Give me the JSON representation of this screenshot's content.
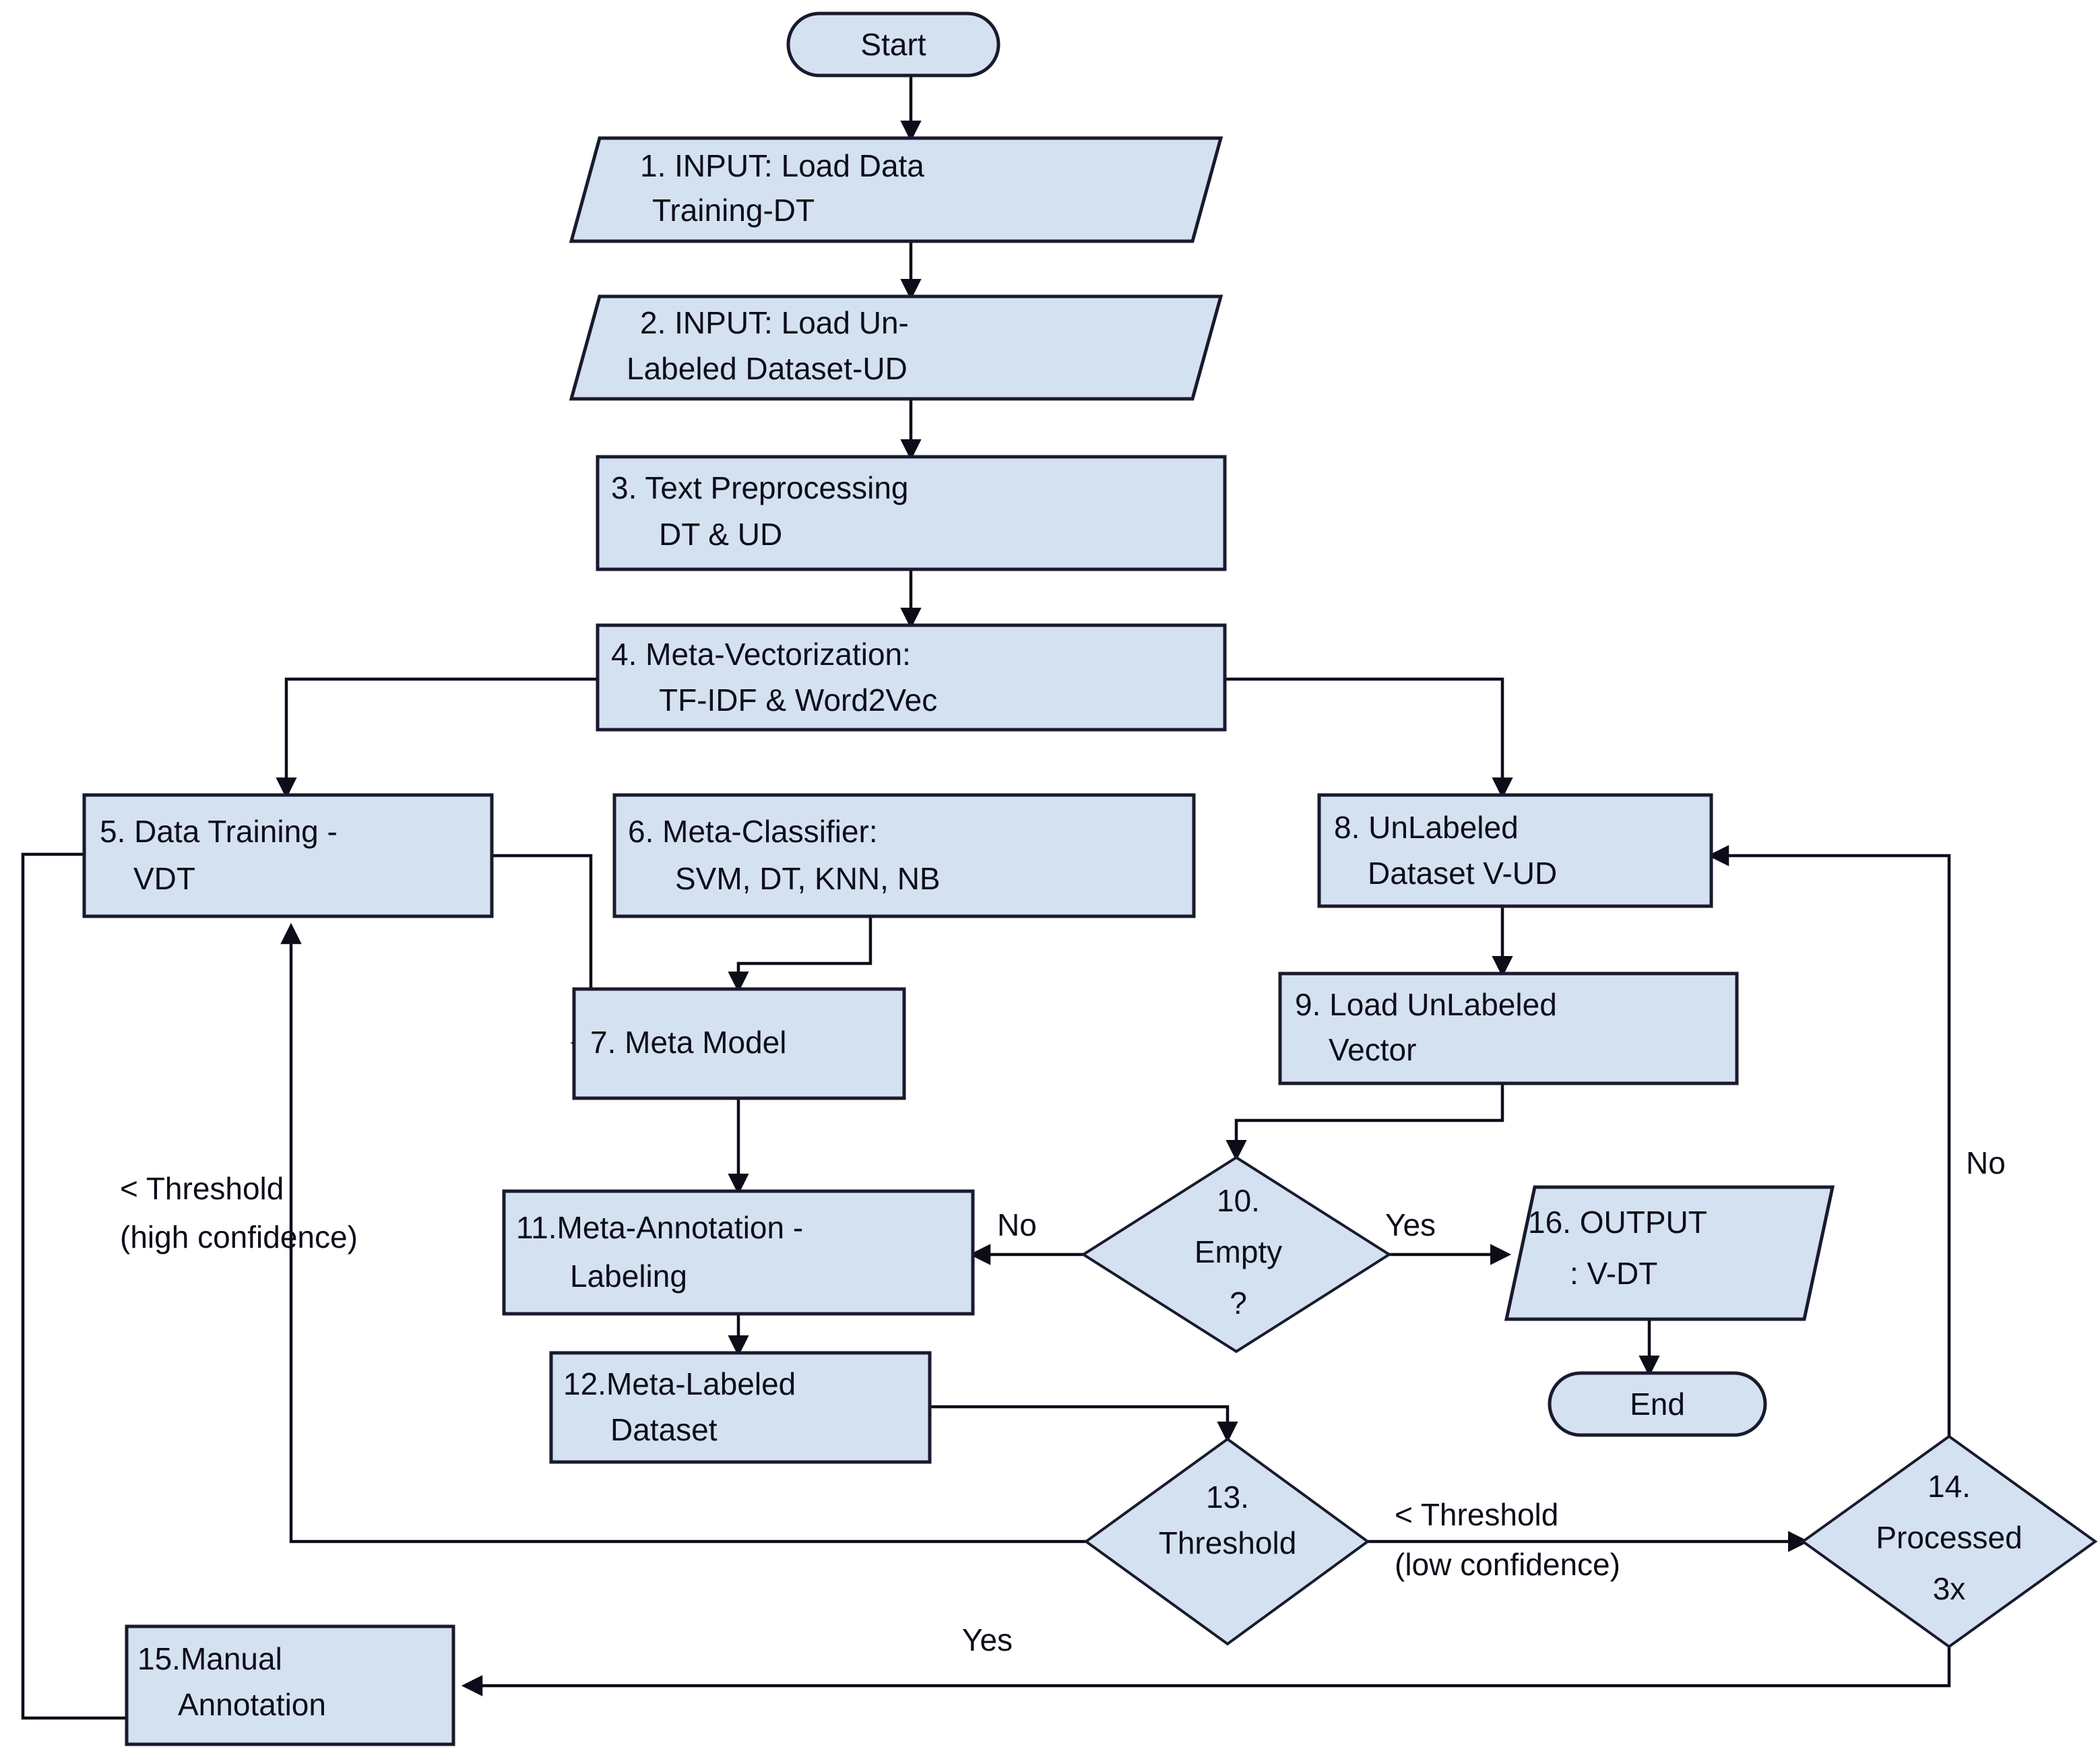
{
  "diagram": {
    "title": "Meta semi-supervised annotation flowchart",
    "colors": {
      "node_fill": "#d4e1f1",
      "node_stroke": "#1a1a2e",
      "edge_stroke": "#0d0d1a",
      "background": "#ffffff",
      "text": "#0d0d1a"
    },
    "nodes": {
      "start": {
        "label": "Start",
        "shape": "terminator"
      },
      "n1": {
        "line1": "1.  INPUT: Load Data",
        "line2": "Training-DT",
        "shape": "parallelogram"
      },
      "n2": {
        "line1": "2.  INPUT: Load Un-",
        "line2": "Labeled Dataset-UD",
        "shape": "parallelogram"
      },
      "n3": {
        "line1": "3.  Text Preprocessing",
        "line2": "DT & UD",
        "shape": "process"
      },
      "n4": {
        "line1": "4.  Meta-Vectorization:",
        "line2": "TF-IDF & Word2Vec",
        "shape": "process"
      },
      "n5": {
        "line1": "5.  Data Training -",
        "line2": "VDT",
        "shape": "process"
      },
      "n6": {
        "line1": "6.  Meta-Classifier:",
        "line2": "SVM, DT, KNN,  NB",
        "shape": "process"
      },
      "n7": {
        "line1": "7.  Meta Model",
        "line2": "",
        "shape": "process"
      },
      "n8": {
        "line1": "8.  UnLabeled",
        "line2": "Dataset V-UD",
        "shape": "process"
      },
      "n9": {
        "line1": "9.  Load UnLabeled",
        "line2": "Vector",
        "shape": "process"
      },
      "n10": {
        "line1": "10.",
        "line2": "Empty",
        "line3": "?",
        "shape": "decision"
      },
      "n11": {
        "line1": "11.Meta-Annotation -",
        "line2": "Labeling",
        "shape": "process"
      },
      "n12": {
        "line1": "12.Meta-Labeled",
        "line2": "Dataset",
        "shape": "process"
      },
      "n13": {
        "line1": "13.",
        "line2": "Threshold",
        "shape": "decision"
      },
      "n14": {
        "line1": "14.",
        "line2": "Processed",
        "line3": "3x",
        "shape": "decision"
      },
      "n15": {
        "line1": "15.Manual",
        "line2": "Annotation",
        "shape": "process"
      },
      "n16": {
        "line1": "16.  OUTPUT",
        "line2": ": V-DT",
        "shape": "parallelogram"
      },
      "end": {
        "label": "End",
        "shape": "terminator"
      }
    },
    "edge_labels": {
      "high_confidence_1": "< Threshold",
      "high_confidence_2": "(high confidence)",
      "no_to_11": "No",
      "yes_to_16": "Yes",
      "low_confidence_1": "< Threshold",
      "low_confidence_2": "(low confidence)",
      "no_right": "No",
      "yes_bottom": "Yes"
    }
  }
}
